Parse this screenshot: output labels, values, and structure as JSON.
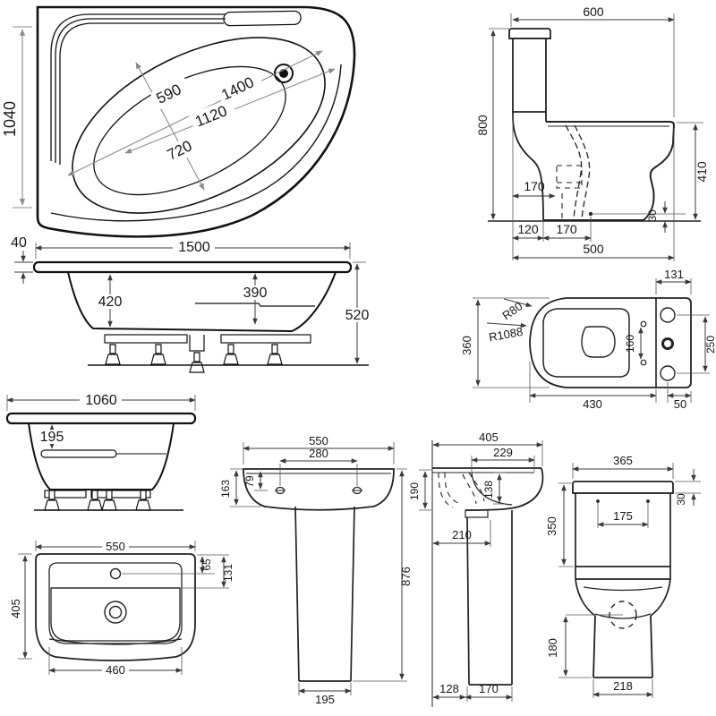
{
  "palette": {
    "line": "#111111",
    "dim_dark": "#3a3a3a",
    "dim_light": "#8a8a8a",
    "background": "#ffffff"
  },
  "views": {
    "bath_plan": {
      "labels": {
        "overall_depth": "1040",
        "length": "1400",
        "inner_length": "1120",
        "inner_width": "590",
        "rim_width": "720"
      }
    },
    "bath_side": {
      "labels": {
        "rim_height": "40",
        "length": "1500",
        "depth_front": "420",
        "depth_back": "390",
        "overall_height": "520"
      }
    },
    "bath_end": {
      "labels": {
        "width": "1060",
        "ledge_depth": "195"
      }
    },
    "toilet_side": {
      "labels": {
        "depth": "600",
        "height": "800",
        "bowl_height": "410",
        "trap_setback": "170",
        "outlet_height": "30",
        "base_front": "120",
        "base_mid": "170",
        "base_depth": "500"
      }
    },
    "toilet_plan": {
      "labels": {
        "cistern_depth": "131",
        "corner_radius": "R80",
        "side_radius": "R1088",
        "width": "360",
        "hinge_centres": "160",
        "fixing_centres": "250",
        "pan_depth": "430",
        "back_offset": "50"
      }
    },
    "toilet_front": {
      "labels": {
        "cistern_width": "365",
        "lid_height": "30",
        "fixing_centres": "175",
        "cistern_height": "350",
        "outlet_height": "180",
        "base_width": "218"
      }
    },
    "basin_plan": {
      "labels": {
        "width": "550",
        "tap_hole_offset": "65",
        "deck_depth": "131",
        "depth": "405",
        "bowl_width": "460"
      }
    },
    "basin_front": {
      "labels": {
        "width": "550",
        "tap_centres": "280",
        "tap_drop": "79",
        "bowl_depth": "163",
        "overall_height": "876",
        "pedestal_width": "195"
      }
    },
    "basin_side": {
      "labels": {
        "depth": "405",
        "bowl_opening": "229",
        "rim_drop": "190",
        "bowl_inner_depth": "138",
        "trap_setback": "210",
        "wall_gap": "128",
        "pedestal_depth": "170"
      }
    }
  }
}
